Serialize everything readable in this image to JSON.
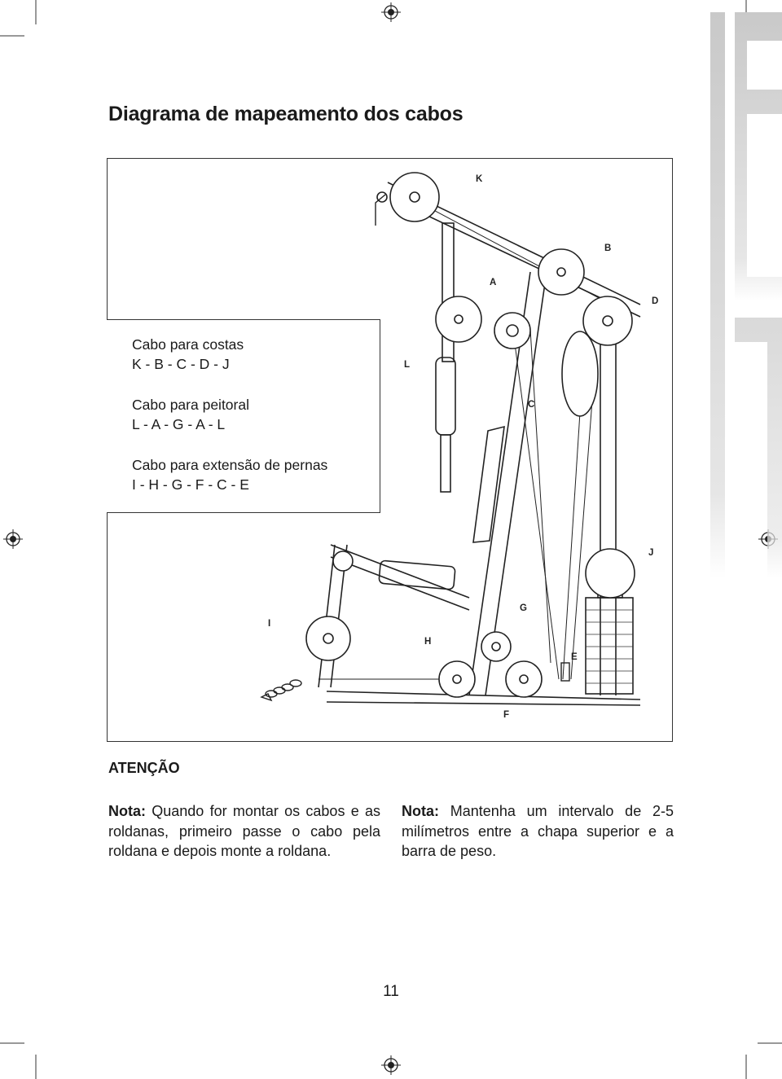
{
  "title": "Diagrama de mapeamento dos cabos",
  "legend": [
    {
      "name": "Cabo para costas",
      "path": "K - B - C - D - J"
    },
    {
      "name": "Cabo para peitoral",
      "path": "L - A - G - A - L"
    },
    {
      "name": "Cabo para extensão de pernas",
      "path": "I - H - G - F - C - E"
    }
  ],
  "diagram_labels": {
    "A": "A",
    "B": "B",
    "C": "C",
    "D": "D",
    "E": "E",
    "F": "F",
    "G": "G",
    "H": "H",
    "I": "I",
    "J": "J",
    "K": "K",
    "L": "L"
  },
  "warning": {
    "heading": "ATENÇÃO",
    "note_left_label": "Nota:",
    "note_left_text": "Quando for montar os cabos e as roldanas, primeiro passe o cabo pela roldana e depois monte a roldana.",
    "note_right_label": "Nota:",
    "note_right_text": "Mantenha um intervalo de 2-5 milímetros entre a chapa superior e a barra de peso."
  },
  "page_number": "11"
}
